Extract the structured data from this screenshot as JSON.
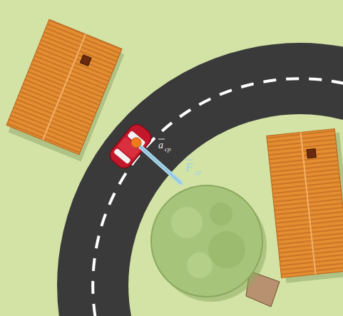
{
  "diagram": {
    "labels": [
      "a",
      "ср",
      "F",
      "ср"
    ]
  }
}
